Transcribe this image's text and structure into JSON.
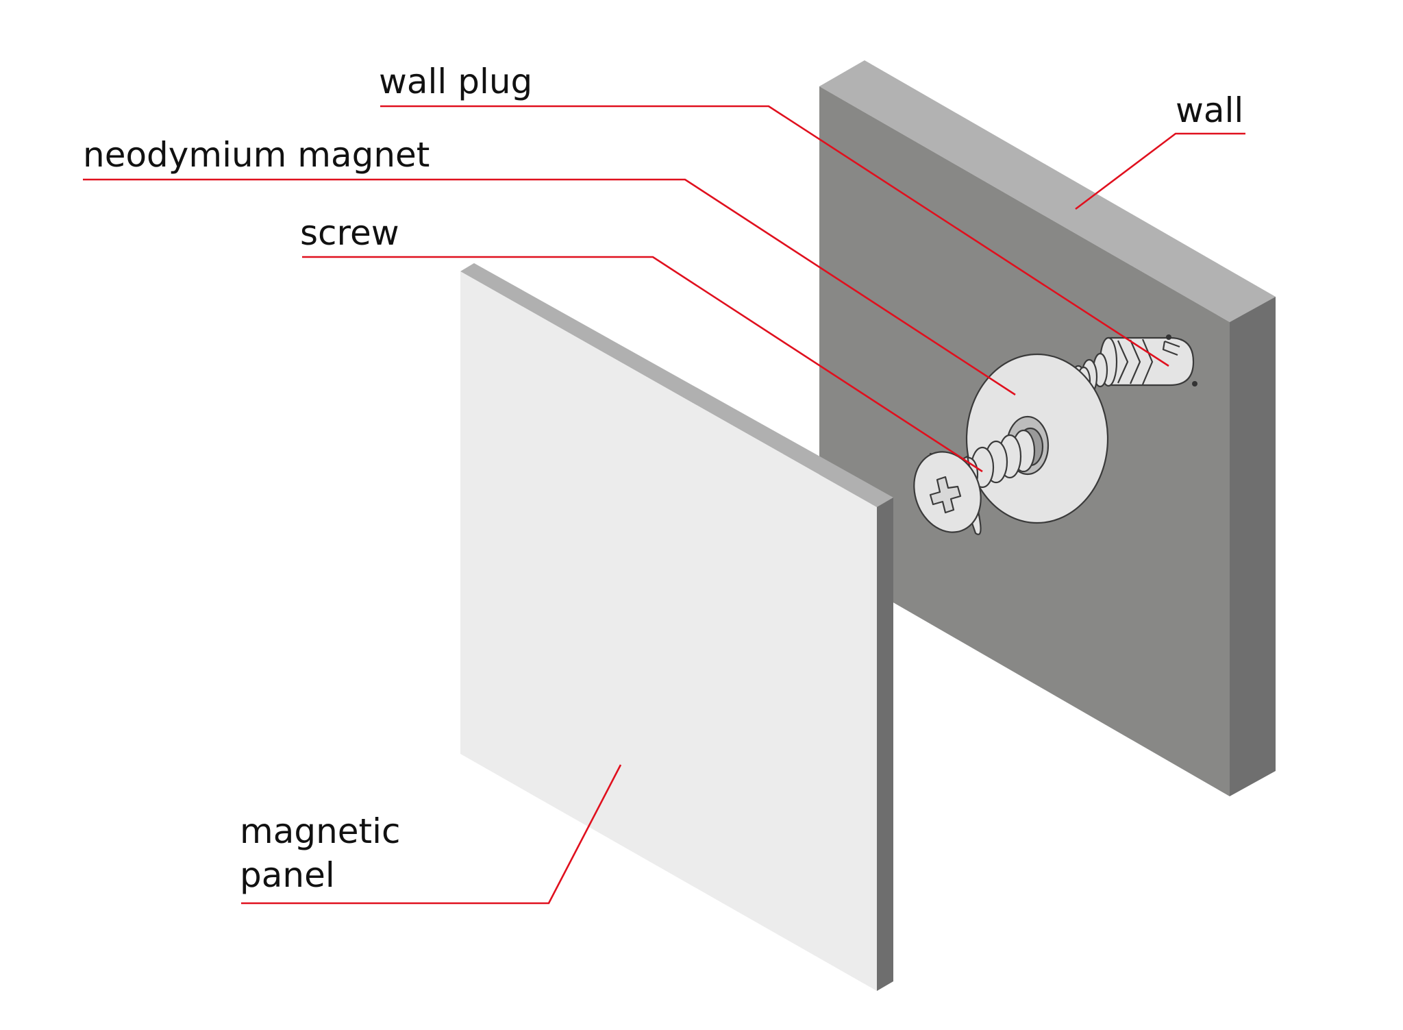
{
  "labels": {
    "wall_plug": "wall plug",
    "neodymium_magnet": "neodymium magnet",
    "screw": "screw",
    "wall": "wall",
    "magnetic_panel_line1": "magnetic",
    "magnetic_panel_line2": "panel"
  },
  "colors": {
    "leader_line": "#e0101e",
    "wall_front": "#888886",
    "wall_top": "#b2b2b2",
    "wall_side": "#6f6f6f",
    "panel_front": "#ececec",
    "panel_top": "#b0b0b0",
    "panel_side": "#6e6e6e",
    "hardware_fill": "#e4e4e4",
    "hardware_outline": "#3a3a3a"
  }
}
